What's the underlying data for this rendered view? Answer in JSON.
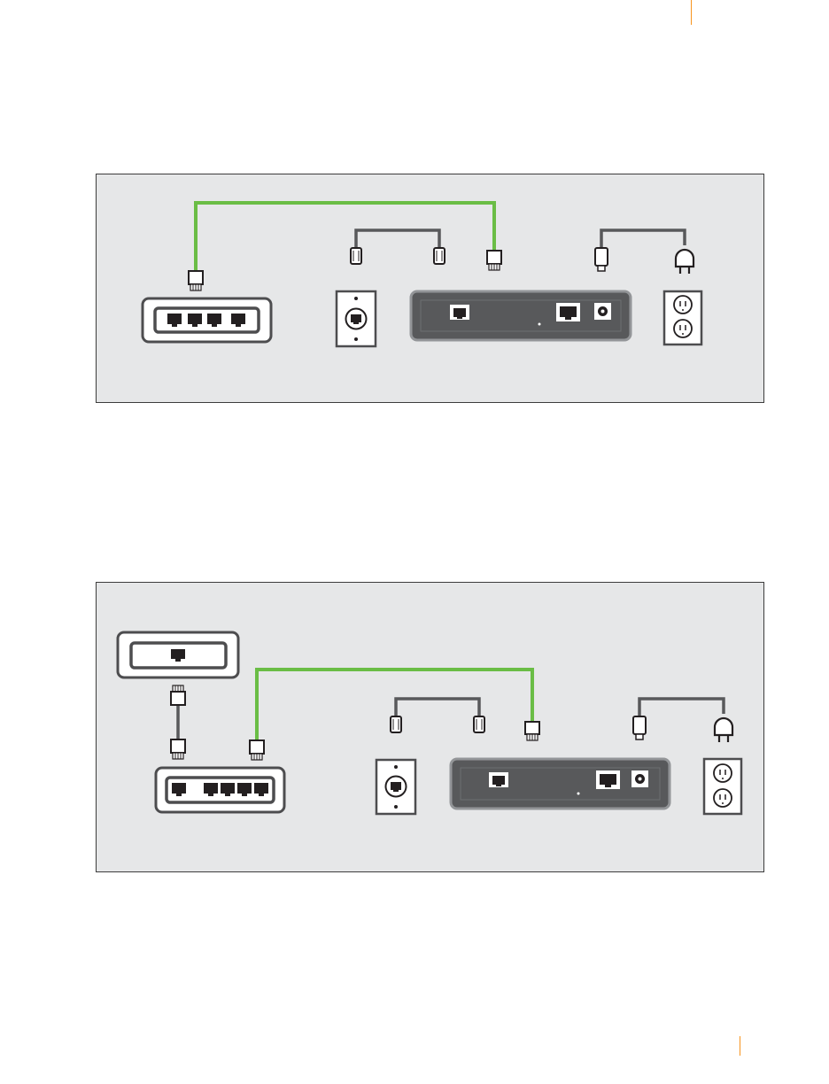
{
  "colors": {
    "accent": "#f7941d",
    "panel_background": "#e6e7e8",
    "green_cable": "#6abd45",
    "gray_cable": "#58595b",
    "device_dark": "#58595b",
    "outline": "#4d4d4f"
  },
  "diagrams": [
    {
      "id": "diagram-single-switch",
      "components": [
        {
          "name": "network-switch-4-port",
          "ports": 4
        },
        {
          "name": "phone-wall-jack"
        },
        {
          "name": "internet-gateway",
          "ports": [
            "ethernet-port",
            "ethernet-port",
            "power-jack"
          ]
        },
        {
          "name": "power-outlet"
        }
      ],
      "cables": [
        {
          "name": "ethernet-cable",
          "color": "green",
          "from": "network-switch-4-port",
          "to": "internet-gateway"
        },
        {
          "name": "phone-cable",
          "color": "gray",
          "from": "phone-wall-jack",
          "to": "internet-gateway"
        },
        {
          "name": "power-cable",
          "color": "gray",
          "from": "internet-gateway",
          "to": "power-outlet"
        }
      ]
    },
    {
      "id": "diagram-wall-jack-and-switch",
      "components": [
        {
          "name": "ethernet-wall-jack",
          "ports": 1
        },
        {
          "name": "network-switch-5-port",
          "ports": 5
        },
        {
          "name": "phone-wall-jack"
        },
        {
          "name": "internet-gateway",
          "ports": [
            "ethernet-port",
            "ethernet-port",
            "power-jack"
          ]
        },
        {
          "name": "power-outlet"
        }
      ],
      "cables": [
        {
          "name": "ethernet-cable",
          "color": "gray",
          "from": "ethernet-wall-jack",
          "to": "network-switch-5-port"
        },
        {
          "name": "ethernet-cable",
          "color": "green",
          "from": "network-switch-5-port",
          "to": "internet-gateway"
        },
        {
          "name": "phone-cable",
          "color": "gray",
          "from": "phone-wall-jack",
          "to": "internet-gateway"
        },
        {
          "name": "power-cable",
          "color": "gray",
          "from": "internet-gateway",
          "to": "power-outlet"
        }
      ]
    }
  ]
}
